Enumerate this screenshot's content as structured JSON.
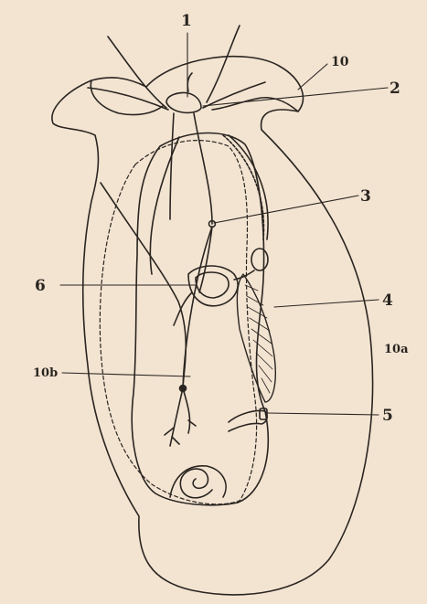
{
  "figure": {
    "background": "#f3e4d2",
    "ink": "#2a2520",
    "labels": {
      "l1": "1",
      "l2": "2",
      "l3": "3",
      "l4": "4",
      "l5": "5",
      "l6": "6",
      "l10": "10",
      "l10a": "10a",
      "l10b": "10b"
    }
  }
}
